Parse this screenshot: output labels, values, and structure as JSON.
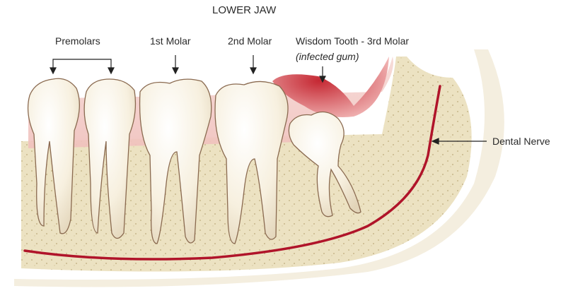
{
  "title": "LOWER JAW",
  "labels": {
    "premolars": "Premolars",
    "first_molar": "1st Molar",
    "second_molar": "2nd Molar",
    "wisdom_tooth": "Wisdom Tooth - 3rd Molar",
    "infected_gum": "(infected gum)",
    "dental_nerve": "Dental Nerve"
  },
  "colors": {
    "nerve": "#b0142a",
    "gum": "#f3c9c9",
    "infected_gum": "#c8303a",
    "bone": "#efe6c8",
    "tooth": "#fbf6ea"
  }
}
